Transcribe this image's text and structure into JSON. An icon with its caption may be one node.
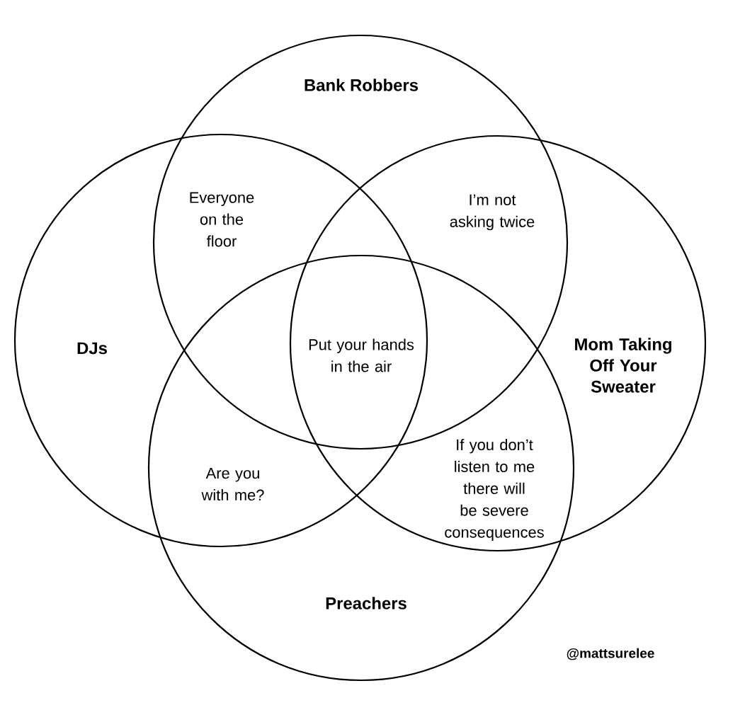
{
  "diagram": {
    "nodes": [
      {
        "text": [
          "Bank Robbers"
        ]
      },
      {
        "text": [
          "DJs"
        ]
      },
      {
        "text": [
          "Mom Taking Off Your Sweater"
        ]
      },
      {
        "text": [
          "Preachers"
        ]
      }
    ],
    "labels": [
      "Everyone on the floor",
      "I’m not asking twice",
      "Put your hands in the air",
      "Are you with me?",
      "If you don’t listen to me there will be severe consequences",
      "@mattsurelee"
    ]
  }
}
